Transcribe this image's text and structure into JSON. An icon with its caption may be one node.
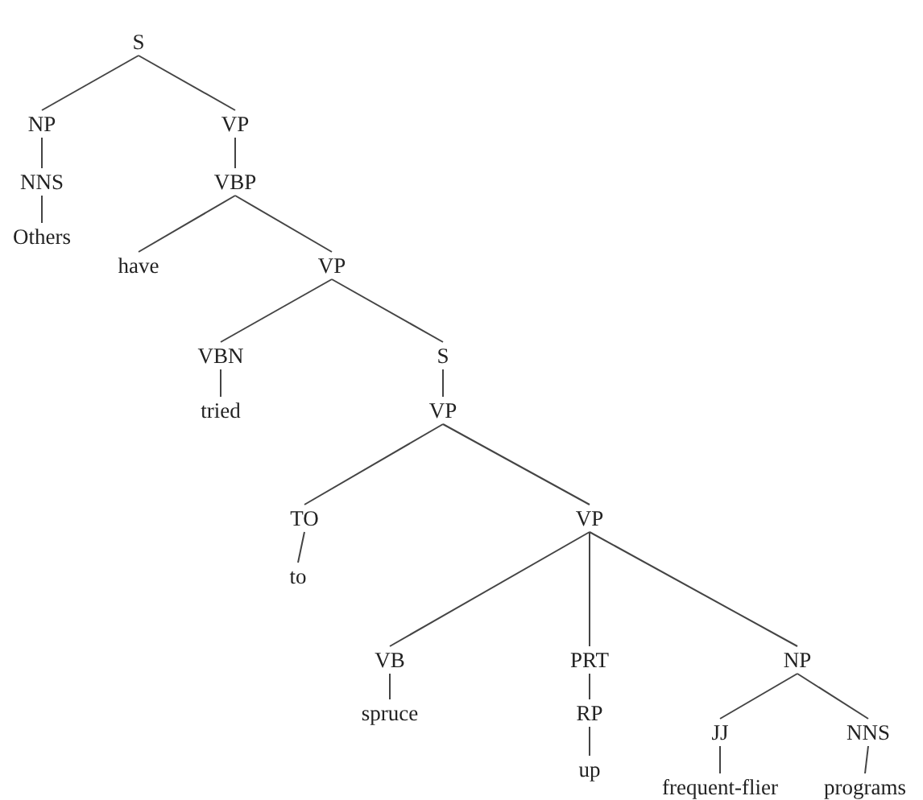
{
  "diagram": {
    "nodes": [
      {
        "text": [
          "S"
        ]
      },
      {
        "text": [
          "NP"
        ]
      },
      {
        "text": [
          "VP"
        ]
      },
      {
        "text": [
          "NNS"
        ]
      },
      {
        "text": [
          "VBP"
        ]
      },
      {
        "text": [
          "Others"
        ]
      },
      {
        "text": [
          "have"
        ]
      },
      {
        "text": [
          "VP"
        ]
      },
      {
        "text": [
          "VBN"
        ]
      },
      {
        "text": [
          "S"
        ]
      },
      {
        "text": [
          "tried"
        ]
      },
      {
        "text": [
          "VP"
        ]
      },
      {
        "text": [
          "TO"
        ]
      },
      {
        "text": [
          "VP"
        ]
      },
      {
        "text": [
          "to"
        ]
      },
      {
        "text": [
          "VB"
        ]
      },
      {
        "text": [
          "PRT"
        ]
      },
      {
        "text": [
          "NP"
        ]
      },
      {
        "text": [
          "spruce"
        ]
      },
      {
        "text": [
          "RP"
        ]
      },
      {
        "text": [
          "JJ"
        ]
      },
      {
        "text": [
          "NNS"
        ]
      },
      {
        "text": [
          "up"
        ]
      },
      {
        "text": [
          "frequent-flier"
        ]
      },
      {
        "text": [
          "programs"
        ]
      }
    ],
    "edges": [
      {
        "from": 0,
        "to": 1,
        "arrow": "none"
      },
      {
        "from": 0,
        "to": 2,
        "arrow": "none"
      },
      {
        "from": 1,
        "to": 3,
        "arrow": "none"
      },
      {
        "from": 2,
        "to": 4,
        "arrow": "none"
      },
      {
        "from": 3,
        "to": 5,
        "arrow": "none"
      },
      {
        "from": 4,
        "to": 6,
        "arrow": "none"
      },
      {
        "from": 4,
        "to": 7,
        "arrow": "none"
      },
      {
        "from": 7,
        "to": 8,
        "arrow": "none"
      },
      {
        "from": 7,
        "to": 9,
        "arrow": "none"
      },
      {
        "from": 8,
        "to": 10,
        "arrow": "none"
      },
      {
        "from": 9,
        "to": 11,
        "arrow": "none"
      },
      {
        "from": 11,
        "to": 12,
        "arrow": "none"
      },
      {
        "from": 11,
        "to": 13,
        "arrow": "none"
      },
      {
        "from": 12,
        "to": 14,
        "arrow": "none"
      },
      {
        "from": 13,
        "to": 15,
        "arrow": "none"
      },
      {
        "from": 13,
        "to": 16,
        "arrow": "none"
      },
      {
        "from": 13,
        "to": 17,
        "arrow": "none"
      },
      {
        "from": 15,
        "to": 18,
        "arrow": "none"
      },
      {
        "from": 16,
        "to": 19,
        "arrow": "none"
      },
      {
        "from": 17,
        "to": 20,
        "arrow": "none"
      },
      {
        "from": 17,
        "to": 21,
        "arrow": "none"
      },
      {
        "from": 19,
        "to": 22,
        "arrow": "none"
      },
      {
        "from": 20,
        "to": 23,
        "arrow": "none"
      },
      {
        "from": 21,
        "to": 24,
        "arrow": "none"
      }
    ]
  }
}
